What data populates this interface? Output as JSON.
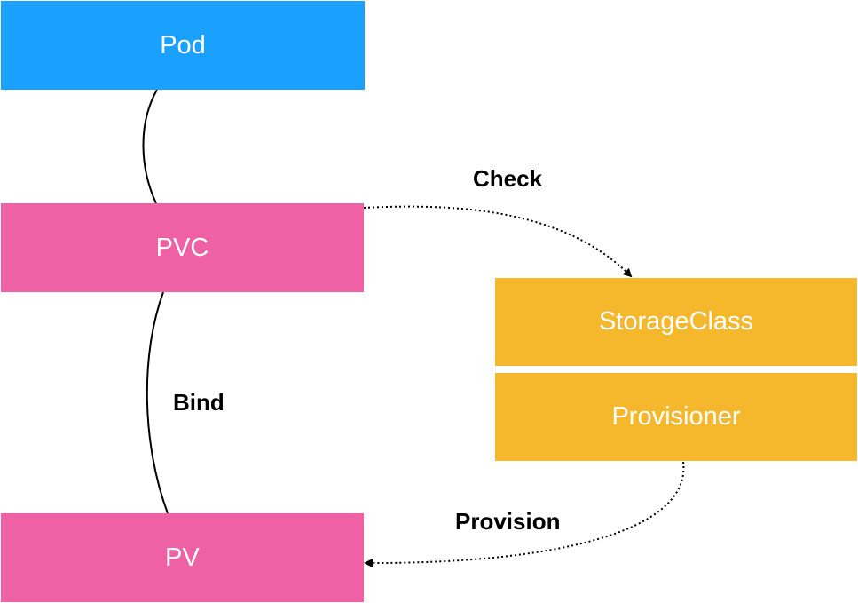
{
  "nodes": {
    "pod": {
      "label": "Pod",
      "color": "#1aa1ff"
    },
    "pvc": {
      "label": "PVC",
      "color": "#ee62a5"
    },
    "pv": {
      "label": "PV",
      "color": "#ee62a5"
    },
    "storageclass": {
      "label": "StorageClass",
      "color": "#f5b82d"
    },
    "provisioner": {
      "label": "Provisioner",
      "color": "#f5b82d"
    }
  },
  "edges": {
    "check": {
      "label": "Check"
    },
    "bind": {
      "label": "Bind"
    },
    "provision": {
      "label": "Provision"
    }
  },
  "colors": {
    "line": "#000000",
    "text_on_box": "#ffffff"
  }
}
